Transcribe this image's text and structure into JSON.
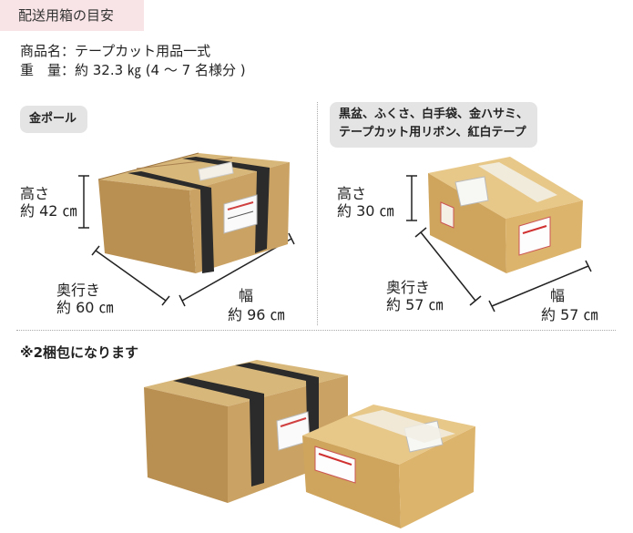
{
  "header": {
    "title": "配送用箱の目安"
  },
  "product": {
    "name_line": "商品名：テープカット用品一式",
    "weight_line": "重　量：約 32.3 ㎏ (4 ～ 7 名様分 )"
  },
  "left_box": {
    "label": "金ポール",
    "height_label": "高さ",
    "height_value": "約 42 ㎝",
    "depth_label": "奥行き",
    "depth_value": "約 60 ㎝",
    "width_label": "幅",
    "width_value": "約 96 ㎝"
  },
  "right_box": {
    "label_line1": "黒盆、ふくさ、白手袋、金ハサミ、",
    "label_line2": "テープカット用リボン、紅白テープ",
    "height_label": "高さ",
    "height_value": "約 30 ㎝",
    "depth_label": "奥行き",
    "depth_value": "約 57 ㎝",
    "width_label": "幅",
    "width_value": "約 57 ㎝"
  },
  "note": "※2梱包になります",
  "colors": {
    "tag_bg": "#f8e4e6",
    "pill_bg": "#e4e4e4",
    "cardboard": "#c9a465",
    "strap": "#2b2b2b"
  }
}
